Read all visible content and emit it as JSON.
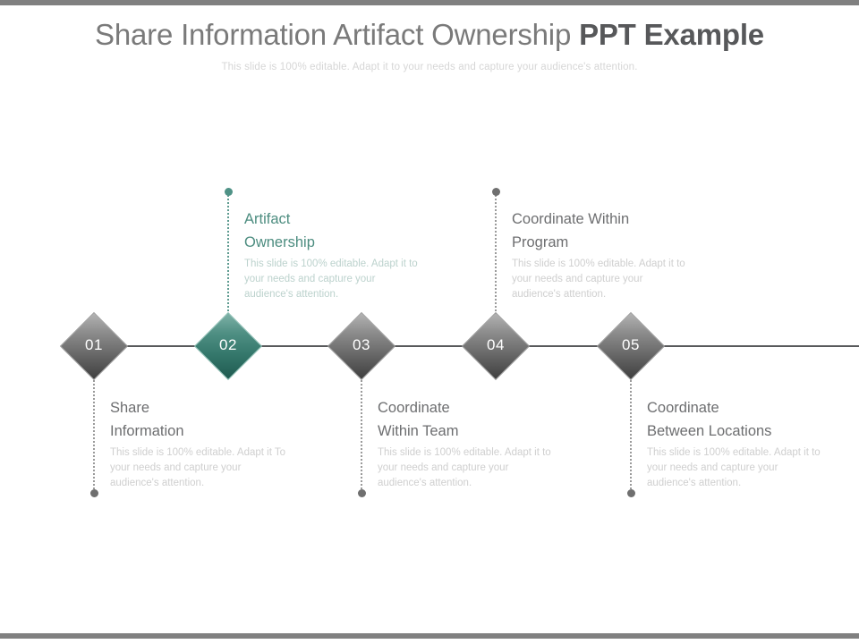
{
  "header": {
    "title_regular": "Share Information Artifact Ownership ",
    "title_strong": "PPT Example",
    "subtitle": "This slide is 100% editable. Adapt it to your needs and capture your audience's attention."
  },
  "colors": {
    "accent": "#4d8d80",
    "node_gray_light": "#b3b3b3",
    "node_gray_dark": "#3f3f3f",
    "axis": "#58595b",
    "title": "#7a7a7a",
    "title_strong": "#57585a",
    "body_text": "#cfcfcf",
    "bar": "#808080"
  },
  "timeline": {
    "nodes": [
      {
        "number": "01",
        "heading_line1": "Share",
        "heading_line2": "Information",
        "body": "This slide is 100% editable. Adapt it To your needs and capture your audience's attention.",
        "accent": false,
        "side": "below"
      },
      {
        "number": "02",
        "heading_line1": "Artifact",
        "heading_line2": "Ownership",
        "body": "This slide is 100% editable. Adapt it to your needs and capture your audience's attention.",
        "accent": true,
        "side": "above"
      },
      {
        "number": "03",
        "heading_line1": "Coordinate",
        "heading_line2": "Within Team",
        "body": "This slide is 100% editable. Adapt it to your needs and capture your audience's attention.",
        "accent": false,
        "side": "below"
      },
      {
        "number": "04",
        "heading_line1": "Coordinate Within",
        "heading_line2": "Program",
        "body": "This slide is 100% editable. Adapt it to your needs and capture your audience's attention.",
        "accent": false,
        "side": "above"
      },
      {
        "number": "05",
        "heading_line1": "Coordinate",
        "heading_line2": "Between Locations",
        "body": "This slide is 100% editable. Adapt it to your needs and capture your audience's attention.",
        "accent": false,
        "side": "below"
      }
    ]
  }
}
